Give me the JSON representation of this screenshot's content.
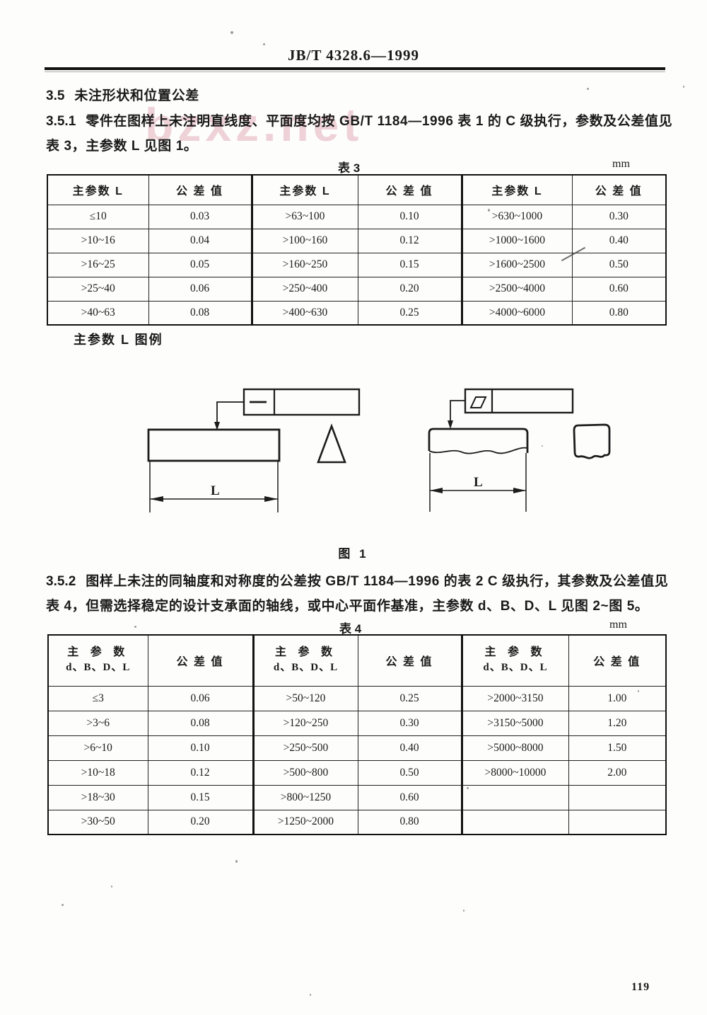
{
  "page": {
    "header_title": "JB/T 4328.6—1999",
    "page_number": "119",
    "watermark": "bzxz.net"
  },
  "section_3_5": {
    "number": "3.5",
    "title": "未注形状和位置公差"
  },
  "para_3_5_1": {
    "number": "3.5.1",
    "line1": "零件在图样上未注明直线度、平面度均按 GB/T 1184—1996 表 1 的 C 级执行，参数及公差值见",
    "line2": "表 3，主参数 L 见图 1。"
  },
  "table3": {
    "caption": "表 3",
    "unit": "mm",
    "col_headers": [
      "主参数 L",
      "公 差 值",
      "主参数 L",
      "公 差 值",
      "主参数 L",
      "公 差 值"
    ],
    "rows": [
      [
        "≤10",
        "0.03",
        ">63~100",
        "0.10",
        ">630~1000",
        "0.30"
      ],
      [
        ">10~16",
        "0.04",
        ">100~160",
        "0.12",
        ">1000~1600",
        "0.40"
      ],
      [
        ">16~25",
        "0.05",
        ">160~250",
        "0.15",
        ">1600~2500",
        "0.50"
      ],
      [
        ">25~40",
        "0.06",
        ">250~400",
        "0.20",
        ">2500~4000",
        "0.60"
      ],
      [
        ">40~63",
        "0.08",
        ">400~630",
        "0.25",
        ">4000~6000",
        "0.80"
      ]
    ]
  },
  "legend_label": "主参数 L 图例",
  "figure1": {
    "caption": "图 1",
    "dim_label_left": "L",
    "dim_label_right": "L"
  },
  "para_3_5_2": {
    "number": "3.5.2",
    "line1": "图样上未注的同轴度和对称度的公差按 GB/T 1184—1996 的表 2 C 级执行，其参数及公差值见",
    "line2": "表 4，但需选择稳定的设计支承面的轴线，或中心平面作基准，主参数 d、B、D、L 见图 2~图 5。"
  },
  "table4": {
    "caption": "表 4",
    "unit": "mm",
    "param_header_line1": "主 参 数",
    "param_header_line2": "d、B、D、L",
    "tol_header": "公 差 值",
    "rows": [
      [
        "≤3",
        "0.06",
        ">50~120",
        "0.25",
        ">2000~3150",
        "1.00"
      ],
      [
        ">3~6",
        "0.08",
        ">120~250",
        "0.30",
        ">3150~5000",
        "1.20"
      ],
      [
        ">6~10",
        "0.10",
        ">250~500",
        "0.40",
        ">5000~8000",
        "1.50"
      ],
      [
        ">10~18",
        "0.12",
        ">500~800",
        "0.50",
        ">8000~10000",
        "2.00"
      ],
      [
        ">18~30",
        "0.15",
        ">800~1250",
        "0.60",
        "",
        ""
      ],
      [
        ">30~50",
        "0.20",
        ">1250~2000",
        "0.80",
        "",
        ""
      ]
    ]
  }
}
